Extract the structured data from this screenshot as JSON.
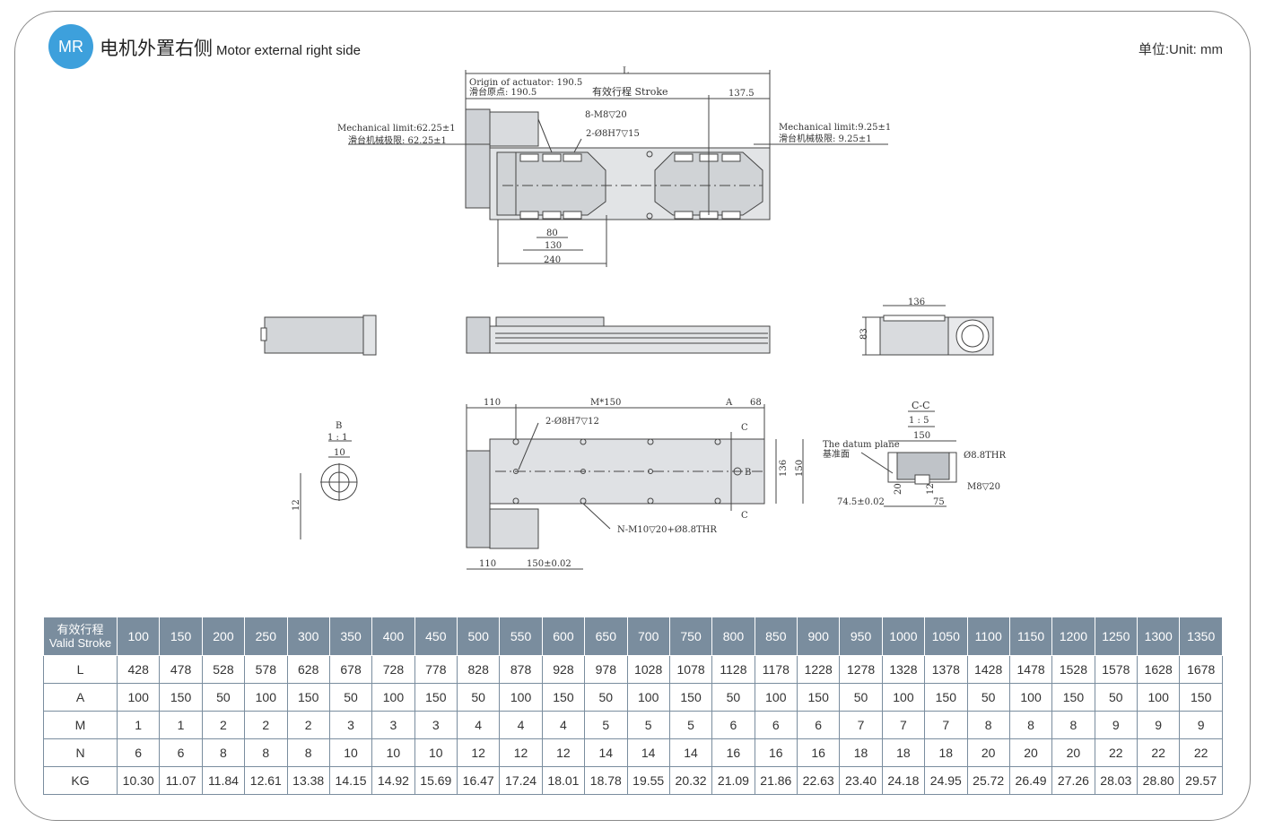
{
  "header": {
    "badge": "MR",
    "title_cn": "电机外置右侧",
    "title_en": "Motor external right side",
    "unit": "单位:Unit: mm"
  },
  "drawing": {
    "top": {
      "L": "L",
      "origin_en": "Origin of actuator: 190.5",
      "origin_cn": "滑台原点: 190.5",
      "stroke": "有效行程 Stroke",
      "dim_137": "137.5",
      "mech_left_en": "Mechanical limit:62.25±1",
      "mech_left_cn": "滑台机械极限: 62.25±1",
      "mech_right_en": "Mechanical limit:9.25±1",
      "mech_right_cn": "滑台机械极限: 9.25±1",
      "m8": "8-M8▽20",
      "hole": "2-Ø8H7▽15",
      "d80": "80",
      "d130": "130",
      "d240": "240"
    },
    "end": {
      "d136": "136",
      "d83": "83"
    },
    "bottom": {
      "d110a": "110",
      "m150": "M*150",
      "A": "A",
      "d68": "68",
      "hole": "2-Ø8H7▽12",
      "C": "C",
      "B": "B",
      "d136": "136",
      "d150": "150",
      "nm10": "N-M10▽20+Ø8.8THR",
      "d110b": "110",
      "d150tol": "150±0.02"
    },
    "detailB": {
      "label": "B",
      "scale": "1 : 1",
      "d10": "10",
      "d12": "12"
    },
    "section": {
      "label": "C-C",
      "scale": "1 : 5",
      "d150": "150",
      "datum_en": "The datum plane",
      "datum_cn": "基准面",
      "thr": "Ø8.8THR",
      "m8": "M8▽20",
      "d20": "20",
      "d12": "12",
      "d745": "74.5±0.02",
      "d75": "75"
    }
  },
  "table": {
    "header_cn": "有效行程",
    "header_en": "Valid Stroke",
    "strokes": [
      "100",
      "150",
      "200",
      "250",
      "300",
      "350",
      "400",
      "450",
      "500",
      "550",
      "600",
      "650",
      "700",
      "750",
      "800",
      "850",
      "900",
      "950",
      "1000",
      "1050",
      "1100",
      "1150",
      "1200",
      "1250",
      "1300",
      "1350"
    ],
    "rows": [
      {
        "label": "L",
        "values": [
          "428",
          "478",
          "528",
          "578",
          "628",
          "678",
          "728",
          "778",
          "828",
          "878",
          "928",
          "978",
          "1028",
          "1078",
          "1128",
          "1178",
          "1228",
          "1278",
          "1328",
          "1378",
          "1428",
          "1478",
          "1528",
          "1578",
          "1628",
          "1678"
        ]
      },
      {
        "label": "A",
        "values": [
          "100",
          "150",
          "50",
          "100",
          "150",
          "50",
          "100",
          "150",
          "50",
          "100",
          "150",
          "50",
          "100",
          "150",
          "50",
          "100",
          "150",
          "50",
          "100",
          "150",
          "50",
          "100",
          "150",
          "50",
          "100",
          "150"
        ]
      },
      {
        "label": "M",
        "values": [
          "1",
          "1",
          "2",
          "2",
          "2",
          "3",
          "3",
          "3",
          "4",
          "4",
          "4",
          "5",
          "5",
          "5",
          "6",
          "6",
          "6",
          "7",
          "7",
          "7",
          "8",
          "8",
          "8",
          "9",
          "9",
          "9"
        ]
      },
      {
        "label": "N",
        "values": [
          "6",
          "6",
          "8",
          "8",
          "8",
          "10",
          "10",
          "10",
          "12",
          "12",
          "12",
          "14",
          "14",
          "14",
          "16",
          "16",
          "16",
          "18",
          "18",
          "18",
          "20",
          "20",
          "20",
          "22",
          "22",
          "22"
        ]
      },
      {
        "label": "KG",
        "values": [
          "10.30",
          "11.07",
          "11.84",
          "12.61",
          "13.38",
          "14.15",
          "14.92",
          "15.69",
          "16.47",
          "17.24",
          "18.01",
          "18.78",
          "19.55",
          "20.32",
          "21.09",
          "21.86",
          "22.63",
          "23.40",
          "24.18",
          "24.95",
          "25.72",
          "26.49",
          "27.26",
          "28.03",
          "28.80",
          "29.57"
        ]
      }
    ]
  }
}
